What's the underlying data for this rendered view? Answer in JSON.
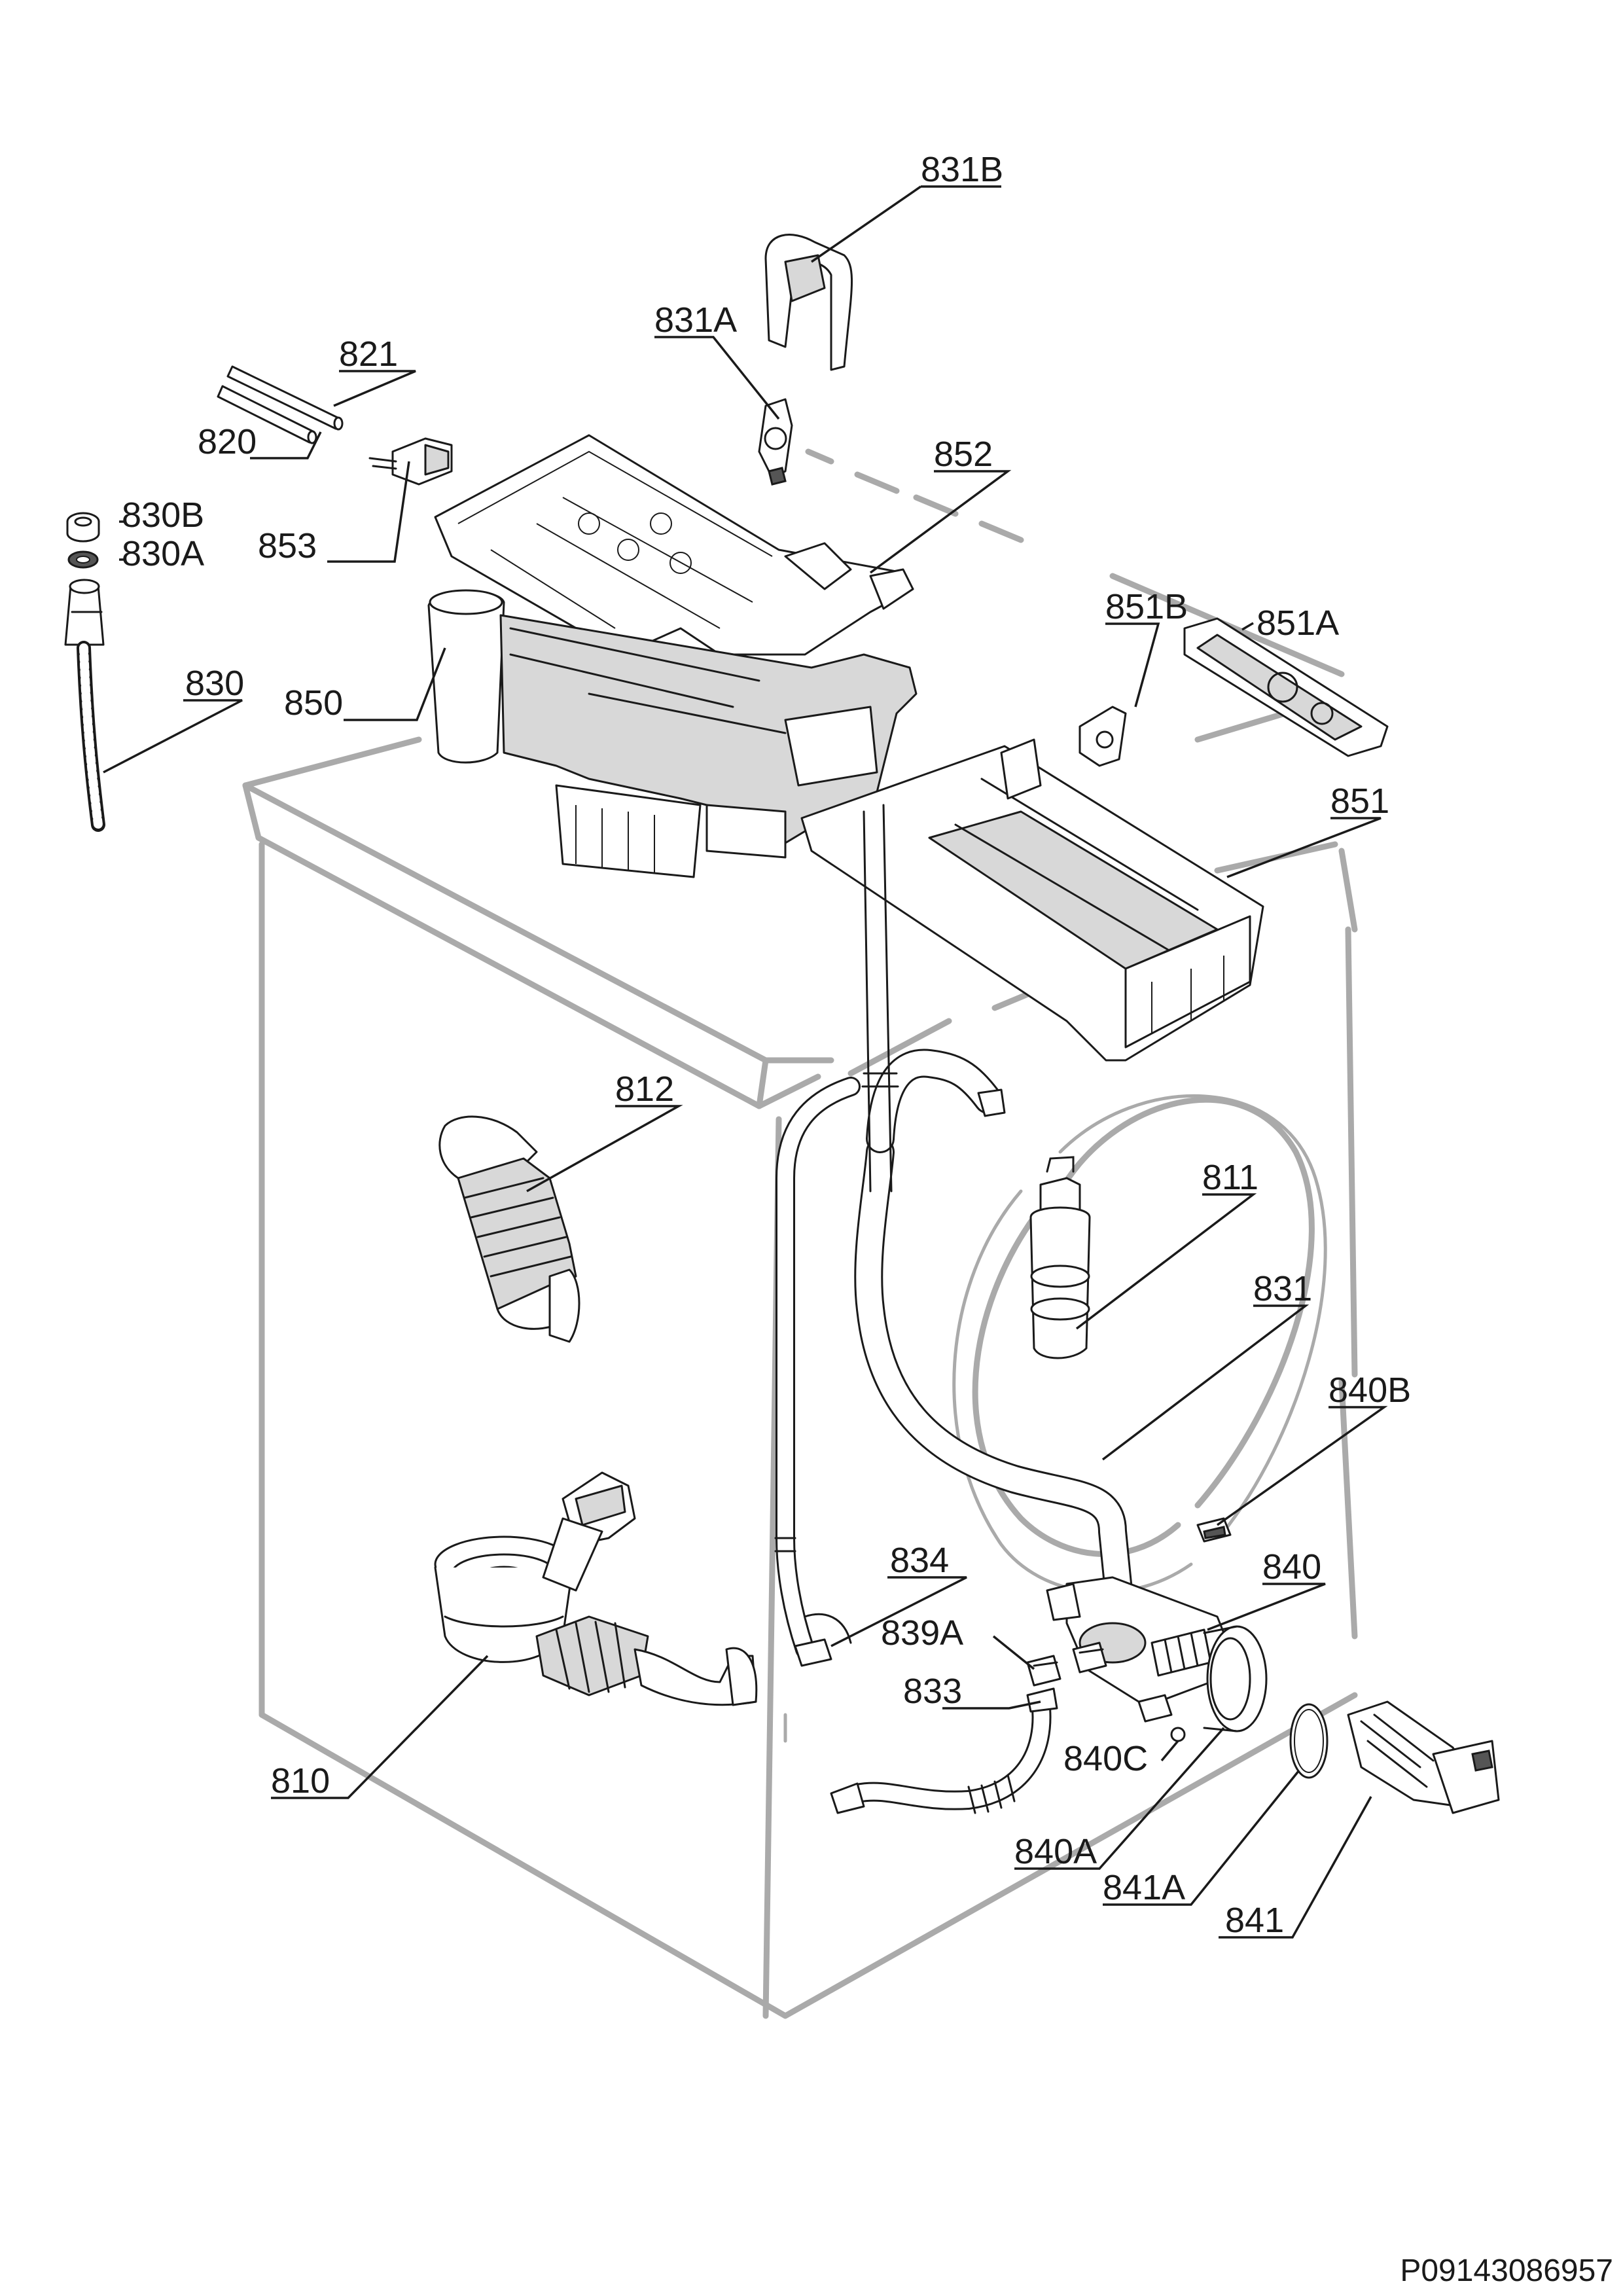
{
  "labels": {
    "l810": "810",
    "l811": "811",
    "l812": "812",
    "l820": "820",
    "l821": "821",
    "l830": "830",
    "l830a": "830A",
    "l830b": "830B",
    "l831": "831",
    "l831a": "831A",
    "l831b": "831B",
    "l833": "833",
    "l834": "834",
    "l839a": "839A",
    "l840": "840",
    "l840a": "840A",
    "l840b": "840B",
    "l840c": "840C",
    "l841": "841",
    "l841a": "841A",
    "l850": "850",
    "l851": "851",
    "l851a": "851A",
    "l851b": "851B",
    "l852": "852",
    "l853": "853"
  },
  "reference_code": "P09143086957"
}
